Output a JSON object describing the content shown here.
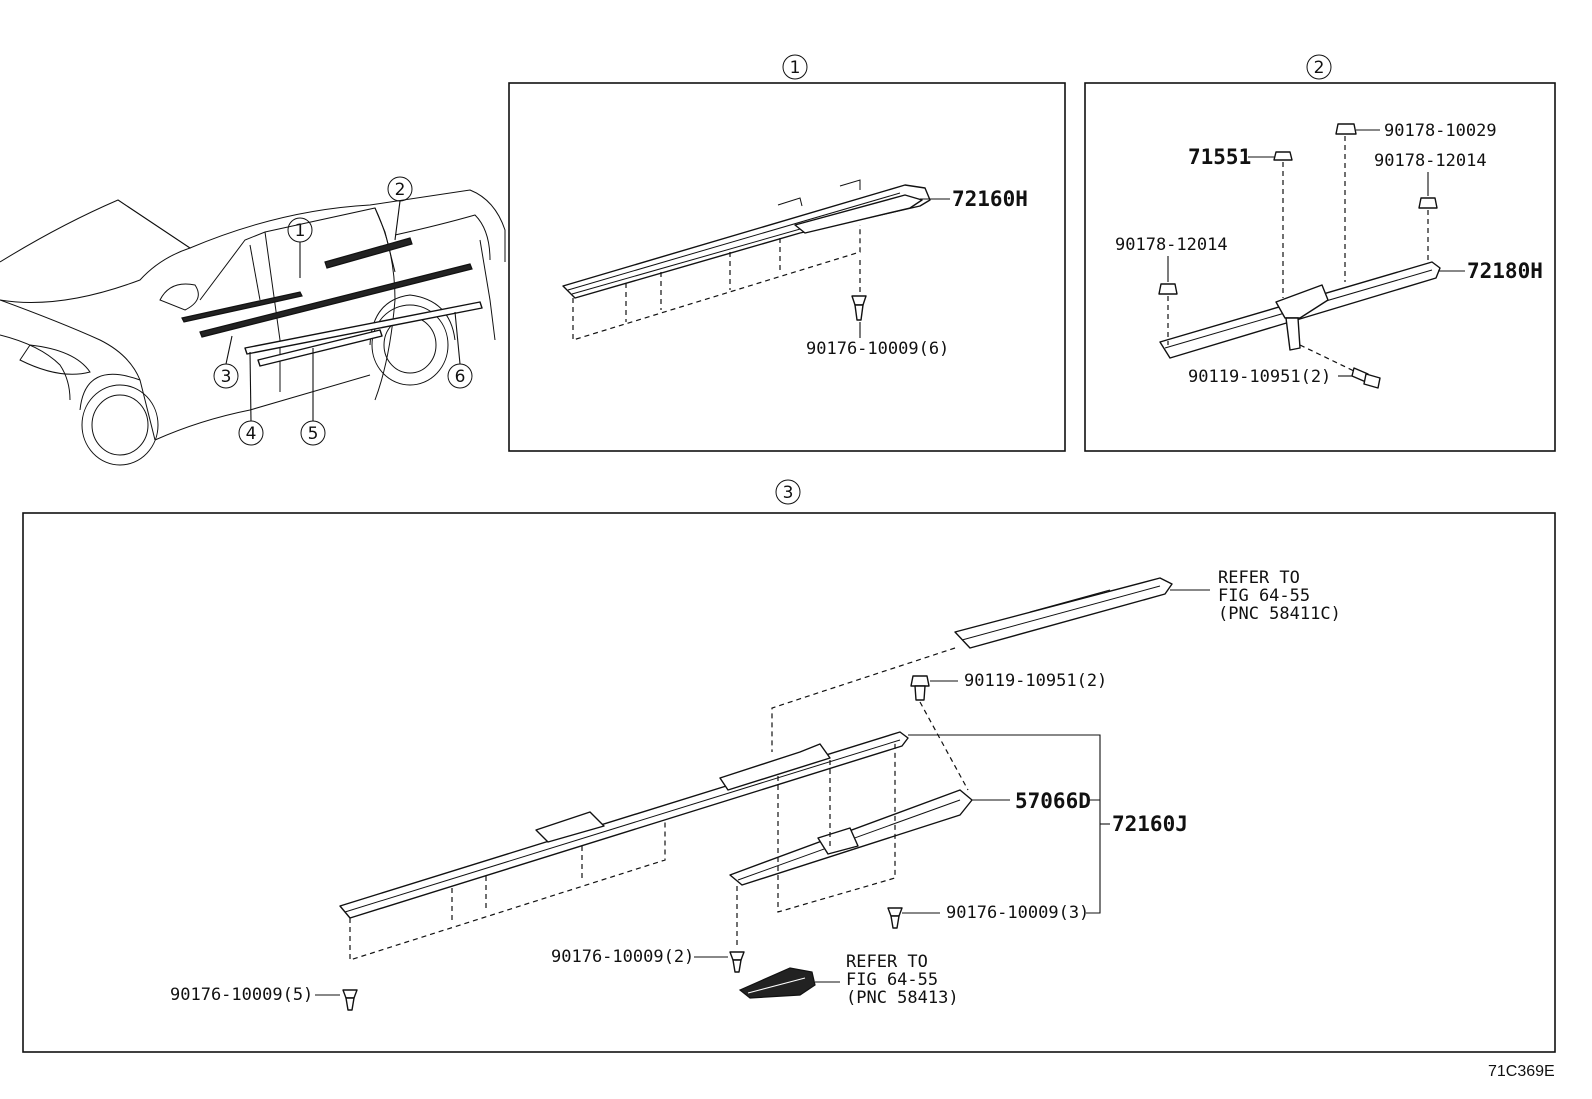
{
  "markers": {
    "c1": "1",
    "c2": "2",
    "c3": "3",
    "c4": "4",
    "c5": "5",
    "c6": "6"
  },
  "panel1": {
    "marker": "1",
    "part_main": "72160H",
    "clip": "90176-10009(6)"
  },
  "panel2": {
    "marker": "2",
    "part_main": "72180H",
    "nut_71551": "71551",
    "nut_a": "90178-10029",
    "nut_b": "90178-12014",
    "nut_c": "90178-12014",
    "bolt": "90119-10951(2)"
  },
  "panel3": {
    "marker": "3",
    "refer_top": [
      "REFER TO",
      "FIG 64-55",
      "(PNC 58411C)"
    ],
    "refer_bottom": [
      "REFER TO",
      "FIG 64-55",
      "(PNC 58413)"
    ],
    "bolt": "90119-10951(2)",
    "part_57066": "57066D",
    "part_72160j": "72160J",
    "clip_3": "90176-10009(3)",
    "clip_2": "90176-10009(2)",
    "clip_5": "90176-10009(5)"
  },
  "figure_code": "71C369E"
}
